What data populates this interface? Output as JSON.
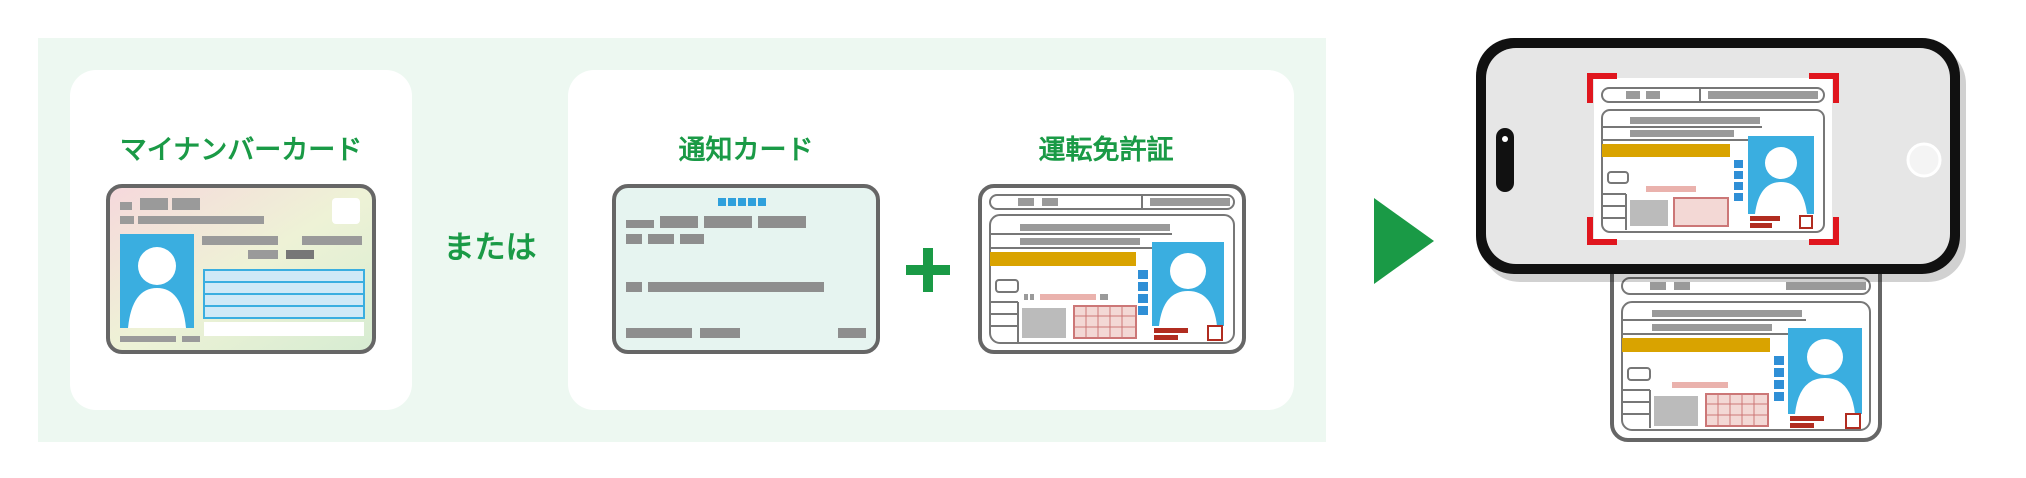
{
  "left_panel": {
    "mynumber_label": "マイナンバーカード",
    "or_label": "または",
    "notification_label": "通知カード",
    "license_label": "運転免許証"
  },
  "colors": {
    "brand_green": "#1a9a46",
    "panel_bg": "#edf8f1",
    "accent_red": "#e0161e",
    "license_band": "#d9a300",
    "photo_blue": "#3aaee0",
    "card_stroke": "#666666"
  },
  "icons": [
    "plus-icon",
    "play-arrow-icon",
    "smartphone-icon",
    "person-silhouette-icon"
  ]
}
